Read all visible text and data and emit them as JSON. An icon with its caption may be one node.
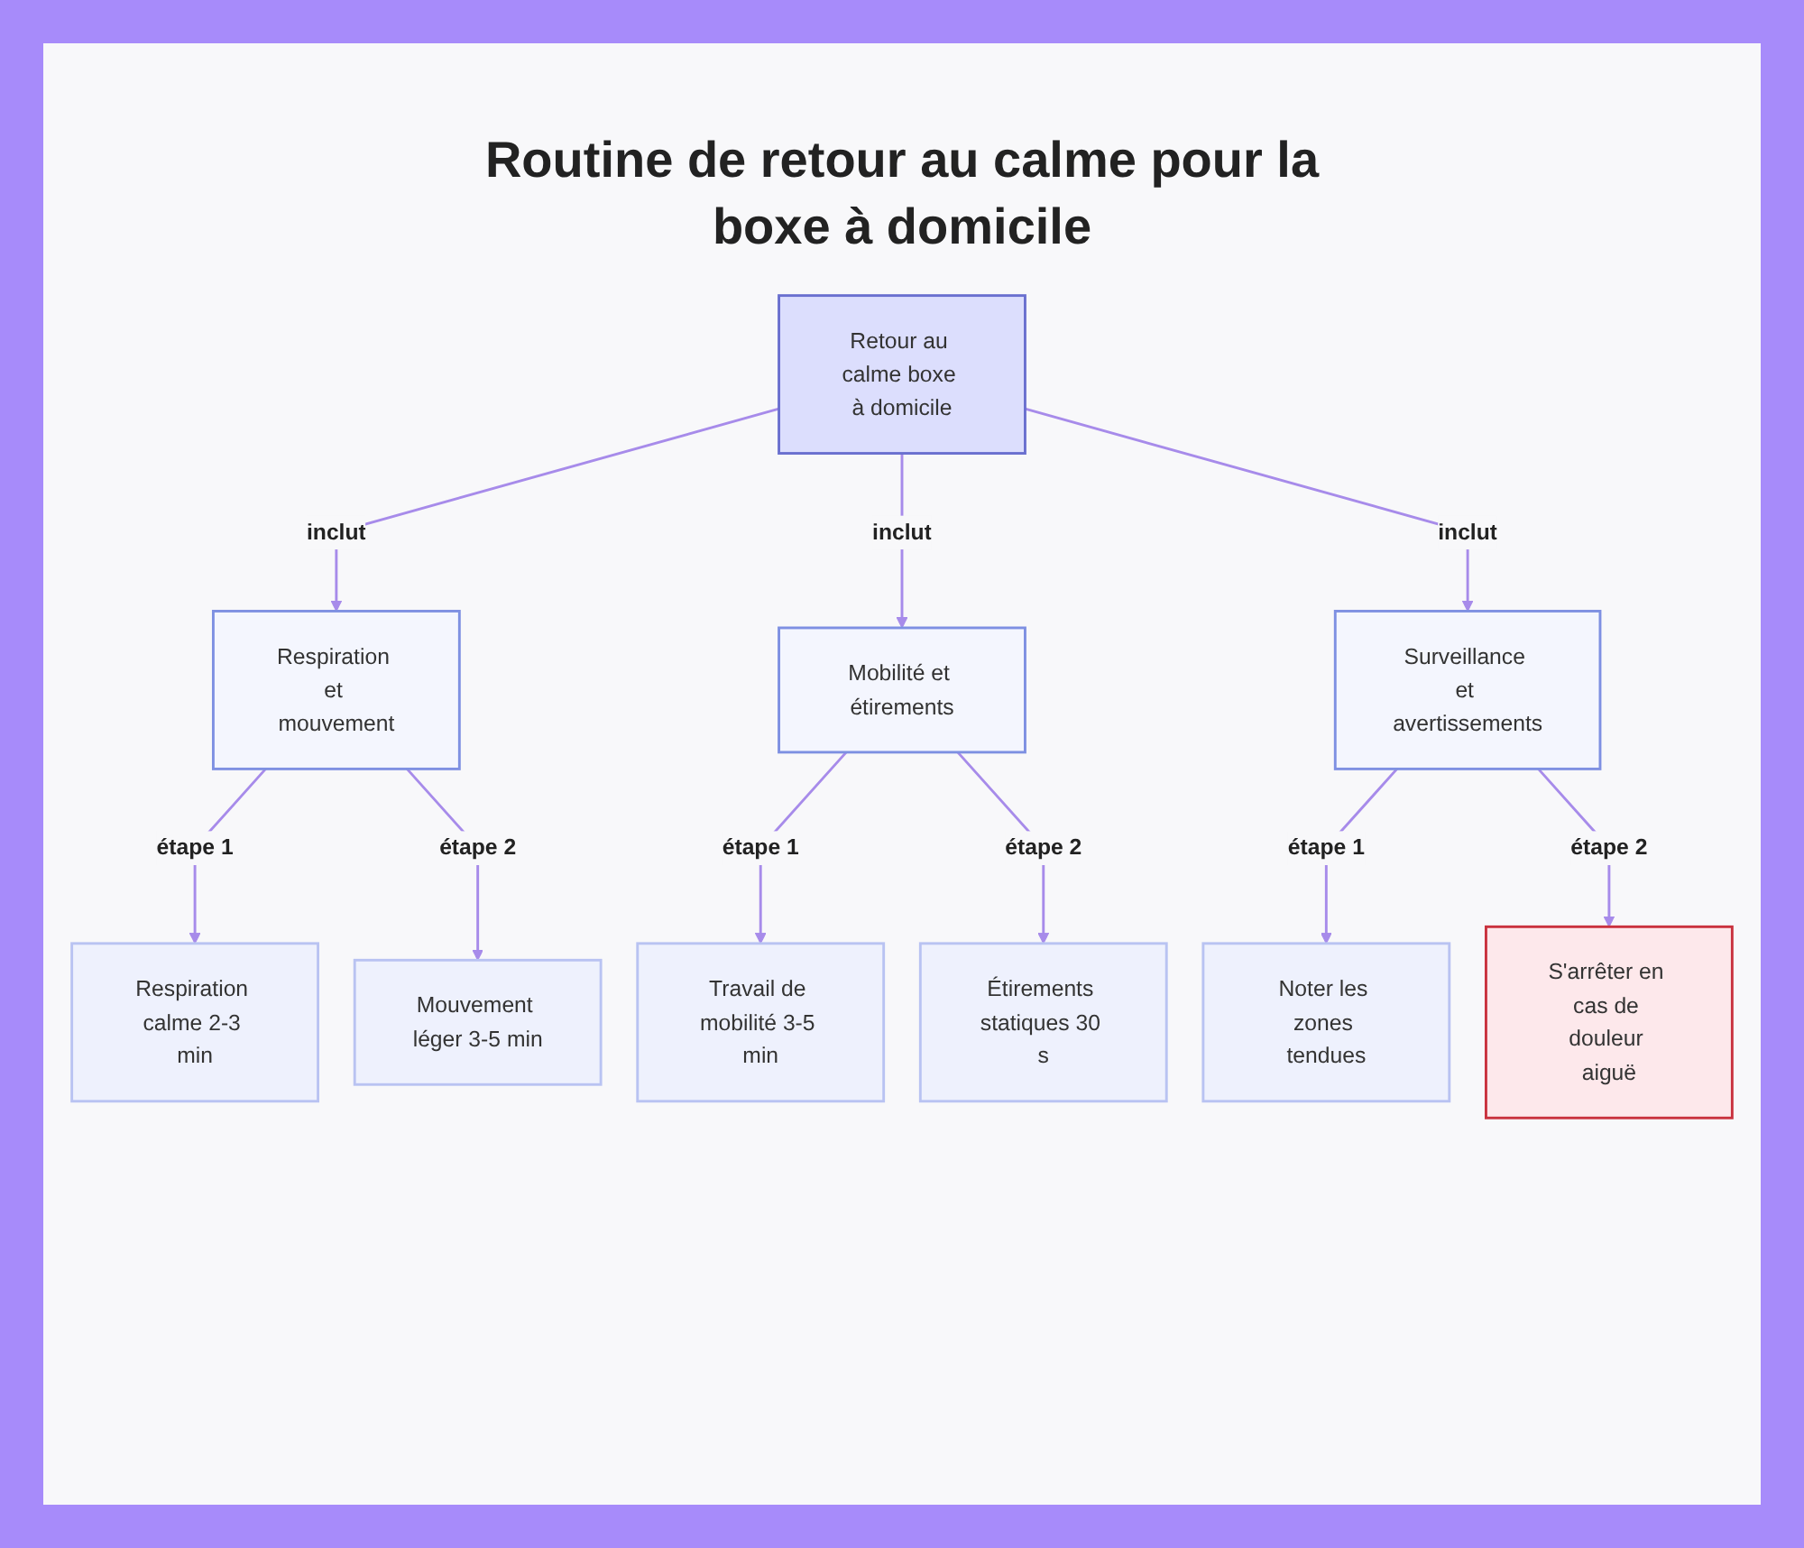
{
  "diagram": {
    "title": "Routine de retour au calme pour la boxe à domicile",
    "nodes": [
      {
        "text": [
          "Retour au calme boxe à domicile"
        ]
      },
      {
        "text": [
          "Respiration et mouvement"
        ]
      },
      {
        "text": [
          "Mobilité et étirements"
        ]
      },
      {
        "text": [
          "Surveillance et avertissements"
        ]
      },
      {
        "text": [
          "Respiration calme 2-3 min"
        ]
      },
      {
        "text": [
          "Mouvement léger 3-5 min"
        ]
      },
      {
        "text": [
          "Travail de mobilité 3-5 min"
        ]
      },
      {
        "text": [
          "Étirements statiques 30 s"
        ]
      },
      {
        "text": [
          "Noter les zones tendues"
        ]
      },
      {
        "text": [
          "S'arrêter en cas de douleur aiguë"
        ]
      }
    ],
    "edges": [
      {
        "from": 0,
        "to": 1,
        "arrow": "to",
        "label": "inclut"
      },
      {
        "from": 0,
        "to": 2,
        "arrow": "to",
        "label": "inclut"
      },
      {
        "from": 0,
        "to": 3,
        "arrow": "to",
        "label": "inclut"
      },
      {
        "from": 1,
        "to": 4,
        "arrow": "to",
        "label": "étape 1"
      },
      {
        "from": 1,
        "to": 5,
        "arrow": "to",
        "label": "étape 2"
      },
      {
        "from": 2,
        "to": 6,
        "arrow": "to",
        "label": "étape 1"
      },
      {
        "from": 2,
        "to": 7,
        "arrow": "to",
        "label": "étape 2"
      },
      {
        "from": 3,
        "to": 8,
        "arrow": "to",
        "label": "étape 1"
      },
      {
        "from": 3,
        "to": 9,
        "arrow": "to",
        "label": "étape 2"
      }
    ]
  }
}
